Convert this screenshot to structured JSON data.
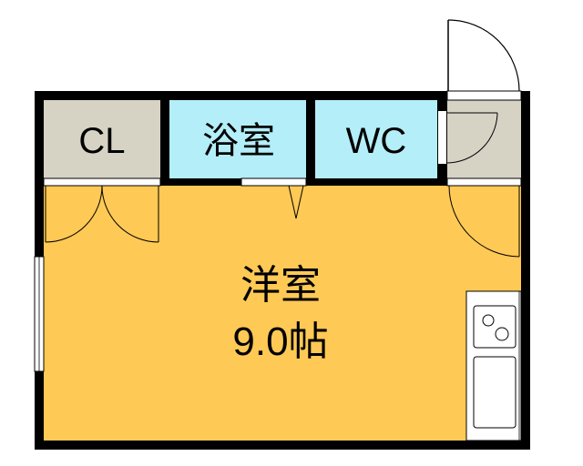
{
  "rooms": {
    "closet": {
      "label": "CL"
    },
    "bath": {
      "label": "浴室"
    },
    "toilet": {
      "label": "WC"
    },
    "western_room": {
      "label": "洋室",
      "size": "9.0帖"
    }
  },
  "colors": {
    "wall": "#000000",
    "western_room": "#FFC955",
    "wet_area": "#B4EEF8",
    "storage": "#D6D3C5"
  }
}
